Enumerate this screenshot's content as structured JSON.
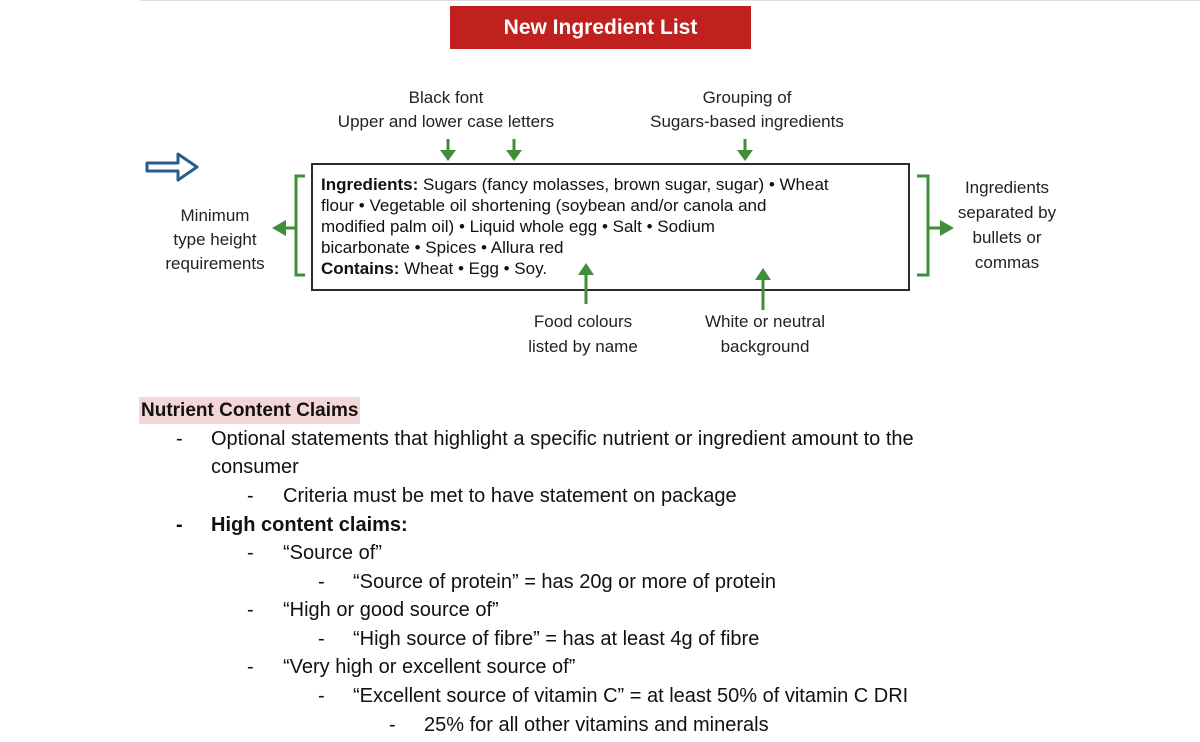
{
  "title": "New Ingredient List",
  "callouts": {
    "black_font": [
      "Black font",
      "Upper and lower case letters"
    ],
    "grouping": [
      "Grouping of",
      "Sugars-based ingredients"
    ],
    "min_type": [
      "Minimum",
      "type height",
      "requirements"
    ],
    "separated": [
      "Ingredients",
      "separated by",
      "bullets or",
      "commas"
    ],
    "food_colours": [
      "Food colours",
      "listed by name"
    ],
    "background": [
      "White or neutral",
      "background"
    ]
  },
  "ingredients_box": {
    "ingredients_label": "Ingredients:",
    "line1_rest": " Sugars (fancy molasses, brown sugar, sugar) • Wheat",
    "line2": "flour • Vegetable oil shortening (soybean and/or canola and",
    "line3": "modified palm oil) • Liquid whole egg • Salt • Sodium",
    "line4": "bicarbonate •  Spices • Allura red",
    "contains_label": "Contains:",
    "contains_rest": " Wheat • Egg • Soy."
  },
  "colors": {
    "banner": "#c0211e",
    "arrow_green": "#3f8f3a",
    "arrow_blue": "#2a5d8c",
    "heading_highlight": "#f3d6d6"
  },
  "notes": {
    "heading": "Nutrient Content Claims",
    "dash": "-",
    "item1_line1": "Optional statements that highlight a specific nutrient or ingredient amount to the",
    "item1_line2": "consumer",
    "item1_sub": "Criteria must be met to have statement on package",
    "item2": "High content claims:",
    "source_of": "“Source of”",
    "source_of_ex": "“Source of protein” = has 20g or more of protein",
    "high_source": "“High or good source of”",
    "high_source_ex": "“High source of fibre” = has at least 4g of fibre",
    "very_high": "“Very high or excellent source of”",
    "very_high_ex": "“Excellent source of vitamin C” = at least 50% of vitamin C DRI",
    "very_high_sub": "25% for all other vitamins and minerals"
  }
}
